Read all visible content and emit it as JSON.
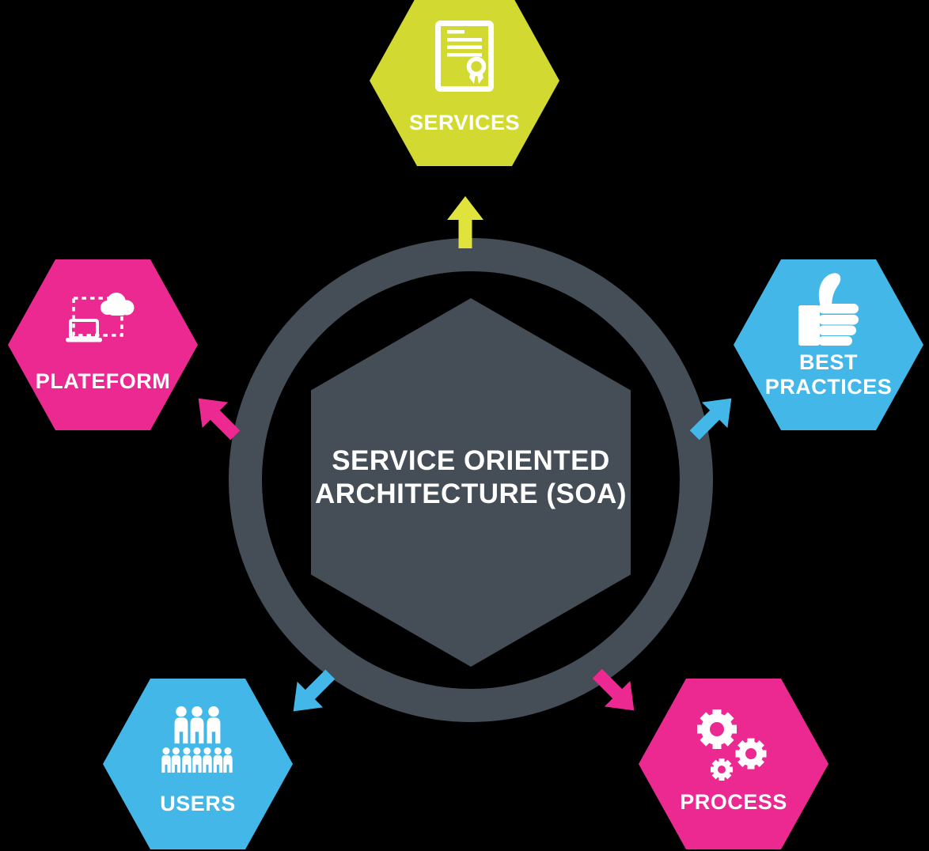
{
  "colors": {
    "background": "#000000",
    "dark": "#454E57",
    "white": "#FFFFFF"
  },
  "center": {
    "line1": "SERVICE ORIENTED",
    "line2": "ARCHITECTURE (SOA)"
  },
  "nodes": [
    {
      "id": "services",
      "label": "SERVICES",
      "color": "#D2D931",
      "icon": "certificate-icon",
      "position": "top"
    },
    {
      "id": "plateform",
      "label": "PLATEFORM",
      "color": "#EB2990",
      "icon": "laptop-cloud-icon",
      "position": "upper-left"
    },
    {
      "id": "best-practices",
      "label": "BEST\nPRACTICES",
      "color": "#43B7E8",
      "icon": "thumbs-up-icon",
      "position": "upper-right"
    },
    {
      "id": "users",
      "label": "USERS",
      "color": "#43B7E8",
      "icon": "people-group-icon",
      "position": "lower-left"
    },
    {
      "id": "process",
      "label": "PROCESS",
      "color": "#EB2990",
      "icon": "gears-icon",
      "position": "lower-right"
    }
  ],
  "arrows": [
    {
      "target": "services",
      "direction": "up",
      "color": "#DFE33B"
    },
    {
      "target": "plateform",
      "direction": "up-left",
      "color": "#EB2990"
    },
    {
      "target": "best-practices",
      "direction": "up-right",
      "color": "#43B7E8"
    },
    {
      "target": "users",
      "direction": "down-left",
      "color": "#43B7E8"
    },
    {
      "target": "process",
      "direction": "down-right",
      "color": "#EB2990"
    }
  ]
}
